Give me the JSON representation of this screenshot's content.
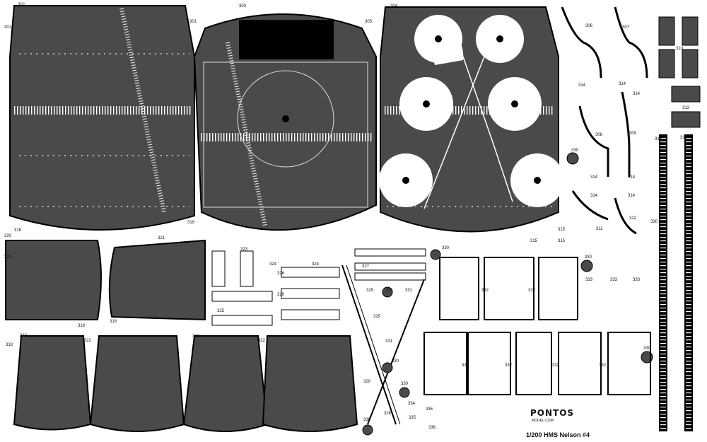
{
  "fret": {
    "title": "1/200 HMS Nelson #4",
    "brand": "PONTOS",
    "brand_sub": "MODEL.COM",
    "colors": {
      "plate": "#4a4a4a",
      "outline": "#000000",
      "background": "#ffffff",
      "rivet": "#ffffff"
    }
  },
  "part_labels": {
    "p301a": "301",
    "p301b": "301",
    "p302": "302",
    "p303": "303",
    "p304": "304",
    "p305": "305",
    "p306": "306",
    "p307": "307",
    "p308": "308",
    "p309": "309",
    "p310": "310",
    "p311": "311",
    "p312": "312",
    "p313": "313",
    "p314a": "314",
    "p314b": "314",
    "p314c": "314",
    "p314d": "314",
    "p314e": "314",
    "p314f": "314",
    "p314g": "314",
    "p315a": "315",
    "p315b": "315",
    "p315c": "315",
    "p316": "316",
    "p317": "317",
    "p318a": "318",
    "p318b": "318",
    "p318c": "318",
    "p318d": "318",
    "p319": "319",
    "p320": "320",
    "p321a": "321",
    "p321b": "321",
    "p322a": "322",
    "p322b": "322",
    "p322c": "322",
    "p322d": "322",
    "p323": "323",
    "p324a": "324",
    "p324b": "324",
    "p325": "325",
    "p326a": "326",
    "p326b": "326",
    "p327": "327",
    "p328": "328",
    "p329a": "329",
    "p329b": "329",
    "p329c": "329",
    "p330a": "330",
    "p330b": "330",
    "p330c": "330",
    "p330d": "330",
    "p330e": "330",
    "p330f": "330",
    "p330g": "330",
    "p330h": "330",
    "p331a": "331",
    "p331b": "331",
    "p331c": "331",
    "p332a": "332",
    "p332b": "332",
    "p332c": "332",
    "p332d": "332",
    "p332e": "332",
    "p332f": "332",
    "p333a": "333",
    "p333b": "333",
    "p333c": "333",
    "p334": "334",
    "p335": "335",
    "p336a": "336",
    "p336b": "336"
  }
}
